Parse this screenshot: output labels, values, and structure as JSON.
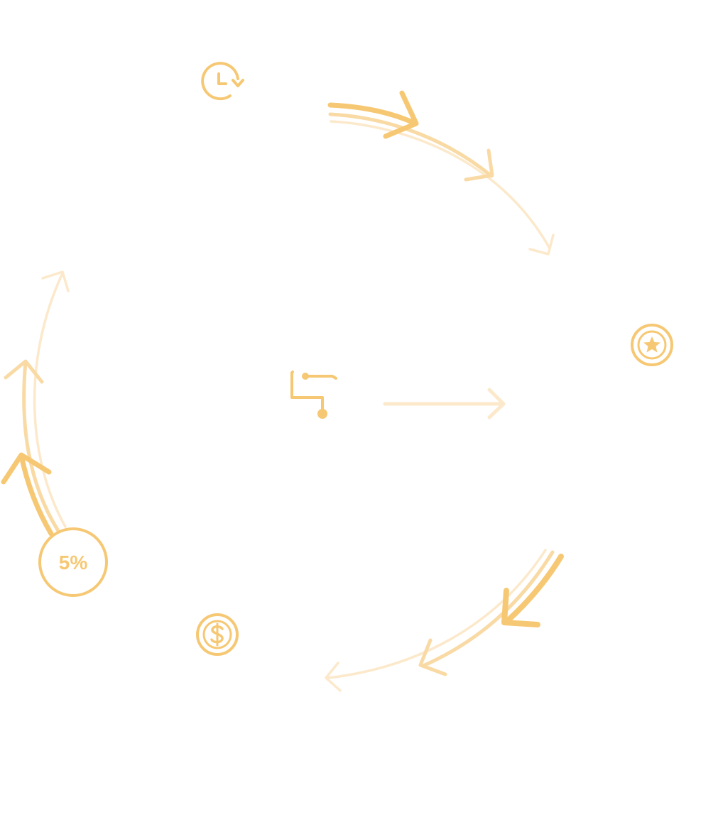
{
  "diagram": {
    "colors": {
      "strong": "#F6C874",
      "medium": "#F9DAA4",
      "light": "#FCE9CB",
      "background": "#FFFFFF"
    },
    "nodes": {
      "top": {
        "icon": "clock-refresh-icon"
      },
      "right": {
        "icon": "star-badge-icon"
      },
      "bottom": {
        "icon": "dollar-coin-icon"
      },
      "left": {
        "icon": "percent-badge-icon",
        "label": "5%"
      },
      "center": {
        "icon": "flow-path-icon"
      }
    },
    "connectors": [
      {
        "id": "top-to-right",
        "style": "triple-arrow-fading"
      },
      {
        "id": "right-to-bottom",
        "style": "triple-arrow-fading"
      },
      {
        "id": "left-to-top",
        "style": "triple-arrow-fading"
      },
      {
        "id": "center-to-right",
        "style": "single-arrow-light"
      }
    ]
  }
}
